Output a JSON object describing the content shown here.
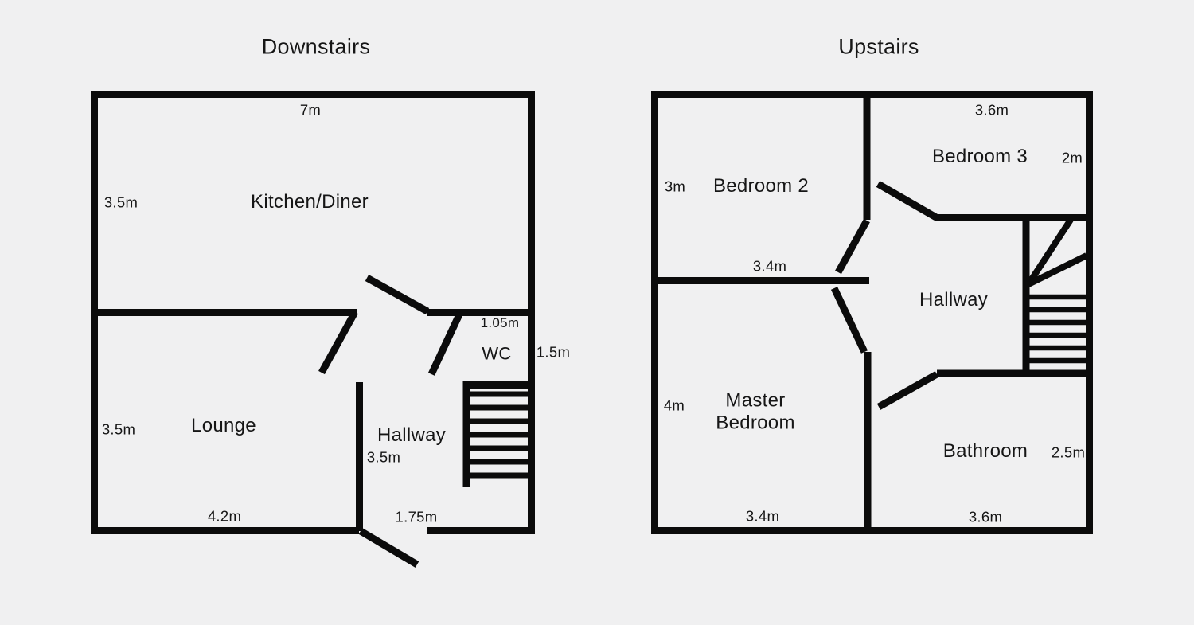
{
  "colors": {
    "background": "#f0f0f1",
    "walls": "#0b0b0b",
    "text": "#161616"
  },
  "downstairs": {
    "title": "Downstairs",
    "kitchen_diner": {
      "name": "Kitchen/Diner",
      "width_top": "7m",
      "height_left": "3.5m"
    },
    "lounge": {
      "name": "Lounge",
      "height_left": "3.5m",
      "width_bottom": "4.2m"
    },
    "wc": {
      "name": "WC",
      "width_top": "1.05m",
      "height_right": "1.5m"
    },
    "hallway": {
      "name": "Hallway",
      "height_mid": "3.5m",
      "width_bottom": "1.75m"
    }
  },
  "upstairs": {
    "title": "Upstairs",
    "bedroom2": {
      "name": "Bedroom 2",
      "height_left": "3m",
      "width_bottom": "3.4m"
    },
    "bedroom3": {
      "name": "Bedroom 3",
      "width_top": "3.6m",
      "height_right": "2m"
    },
    "hallway": {
      "name": "Hallway"
    },
    "master_bedroom": {
      "name": "Master\nBedroom",
      "height_left": "4m",
      "width_bottom": "3.4m"
    },
    "bathroom": {
      "name": "Bathroom",
      "height_right": "2.5m",
      "width_bottom": "3.6m"
    }
  }
}
